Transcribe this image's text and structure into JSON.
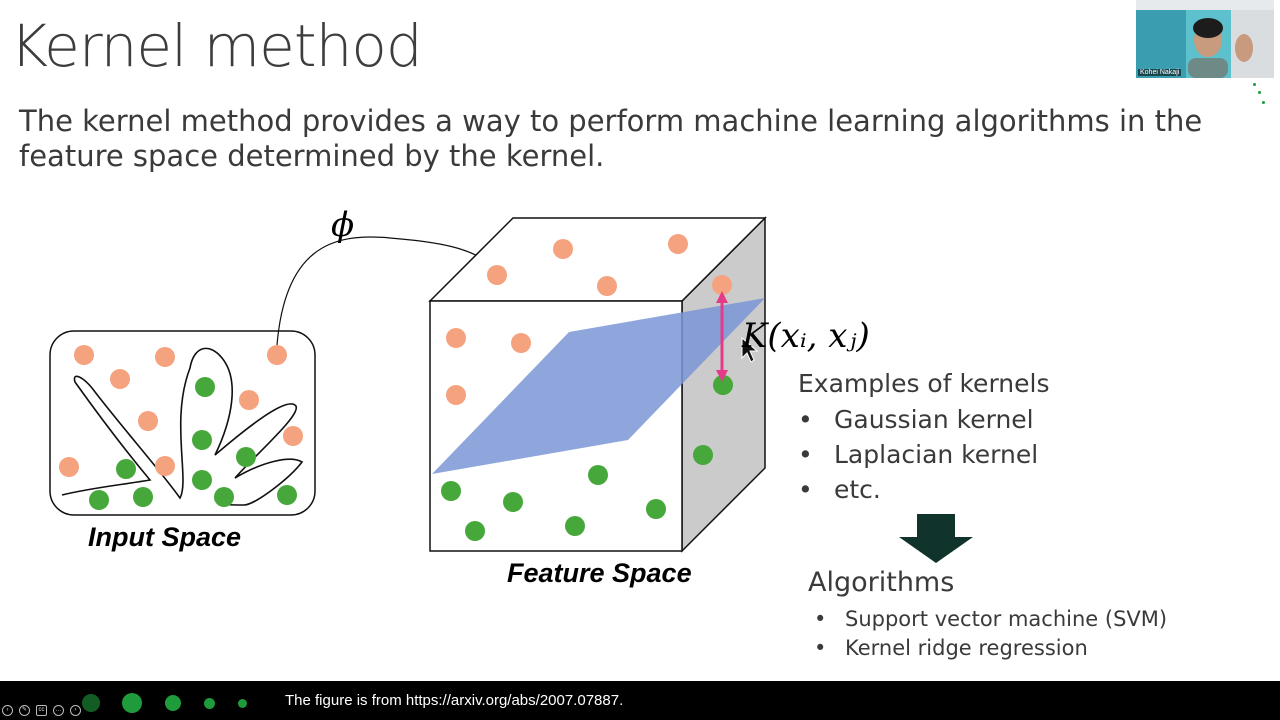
{
  "slide": {
    "title": "Kernel method",
    "intro_line1": "The kernel method provides a way to perform machine learning algorithms in the",
    "intro_line2": "feature space determined by the kernel."
  },
  "figure": {
    "input_space_label": "Input Space",
    "feature_space_label": "Feature Space",
    "phi_label": "ϕ",
    "kernel_label": "K(xᵢ, xⱼ)"
  },
  "kernels": {
    "heading": "Examples of kernels",
    "items": [
      "Gaussian kernel",
      "Laplacian kernel",
      "etc."
    ]
  },
  "algorithms": {
    "heading": "Algorithms",
    "items": [
      "Support vector machine (SVM)",
      "Kernel ridge regression"
    ]
  },
  "video": {
    "participant_name": "Kohei Nakaji"
  },
  "footer": {
    "caption": "The figure is from https://arxiv.org/abs/2007.07887."
  },
  "colors": {
    "orange_point": "#f5a27f",
    "green_point": "#46a83a",
    "separating_plane": "#7b97d6",
    "kernel_arrow": "#e33b8a",
    "down_arrow": "#10332b"
  }
}
